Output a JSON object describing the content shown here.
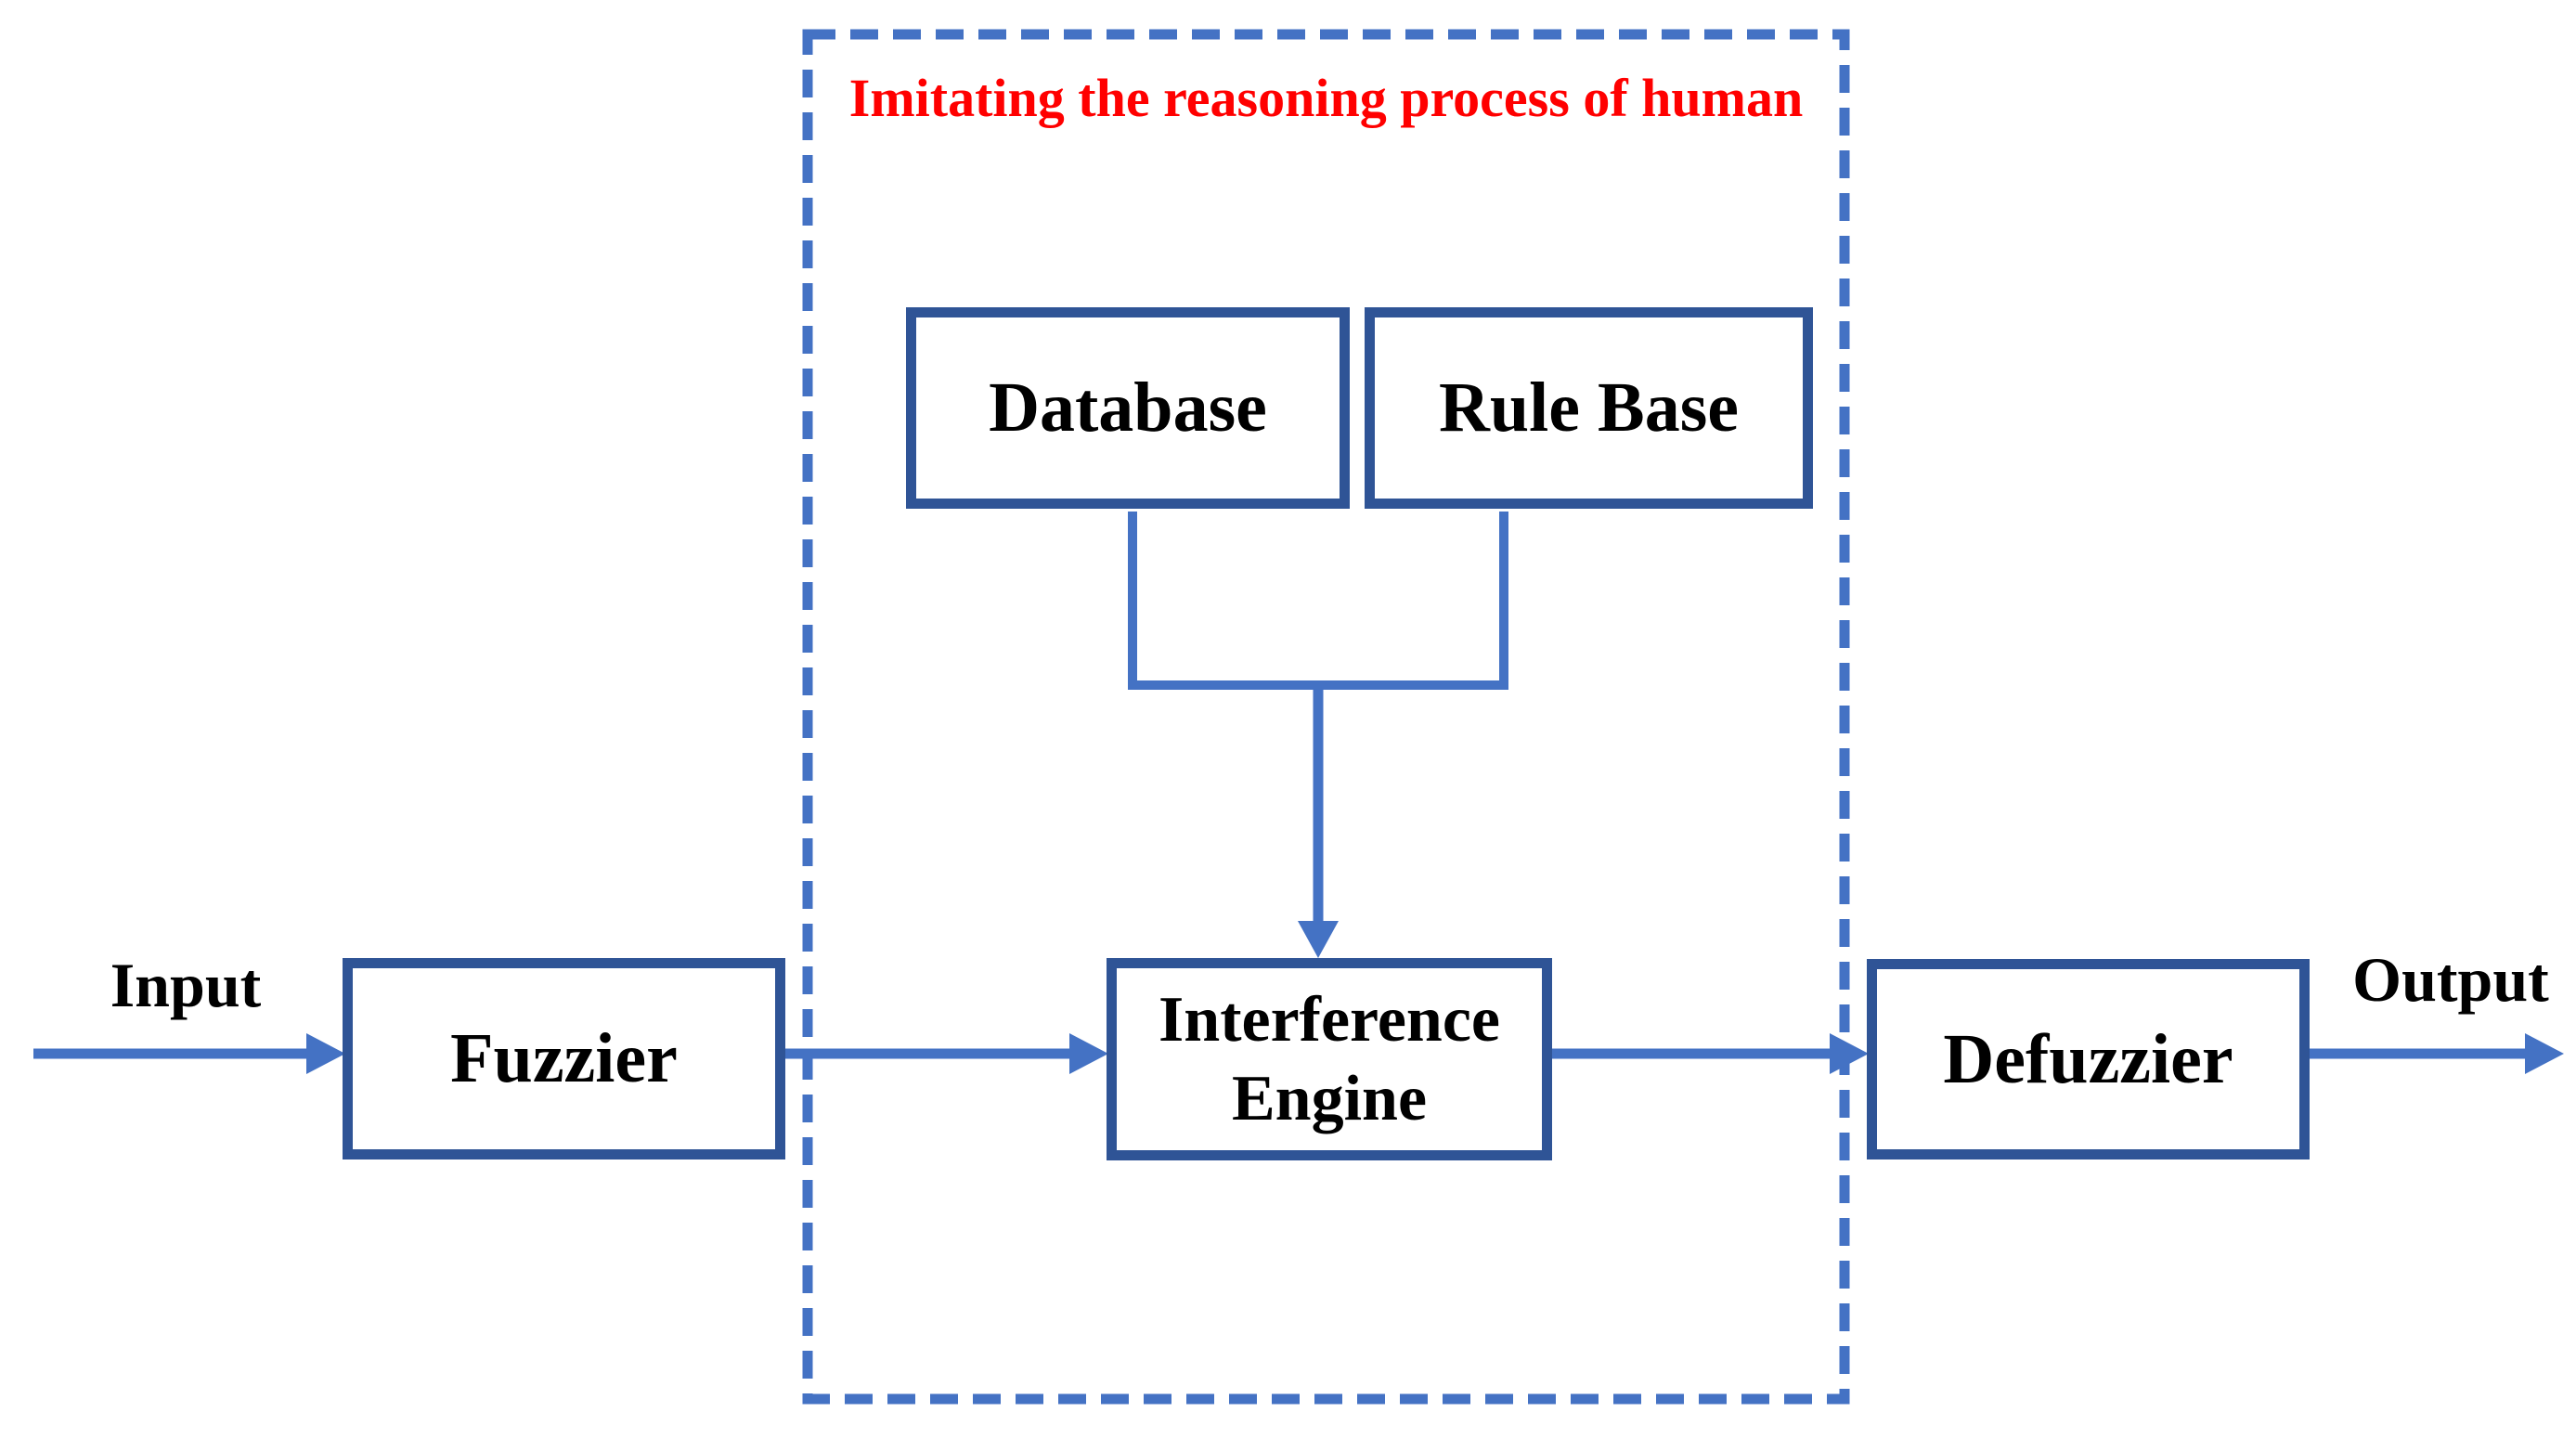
{
  "diagram": {
    "frame_title": "Imitating the reasoning process of human",
    "input_label": "Input",
    "output_label": "Output",
    "nodes": {
      "fuzzier": "Fuzzier",
      "database": "Database",
      "rule_base": "Rule Base",
      "interference_engine": "Interference Engine",
      "defuzzier": "Defuzzier"
    },
    "colors": {
      "node_border": "#2F5496",
      "node_text": "#000000",
      "arrow": "#4472C4",
      "frame_border": "#4472C4",
      "frame_title_color": "#FF0000",
      "background": "#FFFFFF"
    }
  }
}
